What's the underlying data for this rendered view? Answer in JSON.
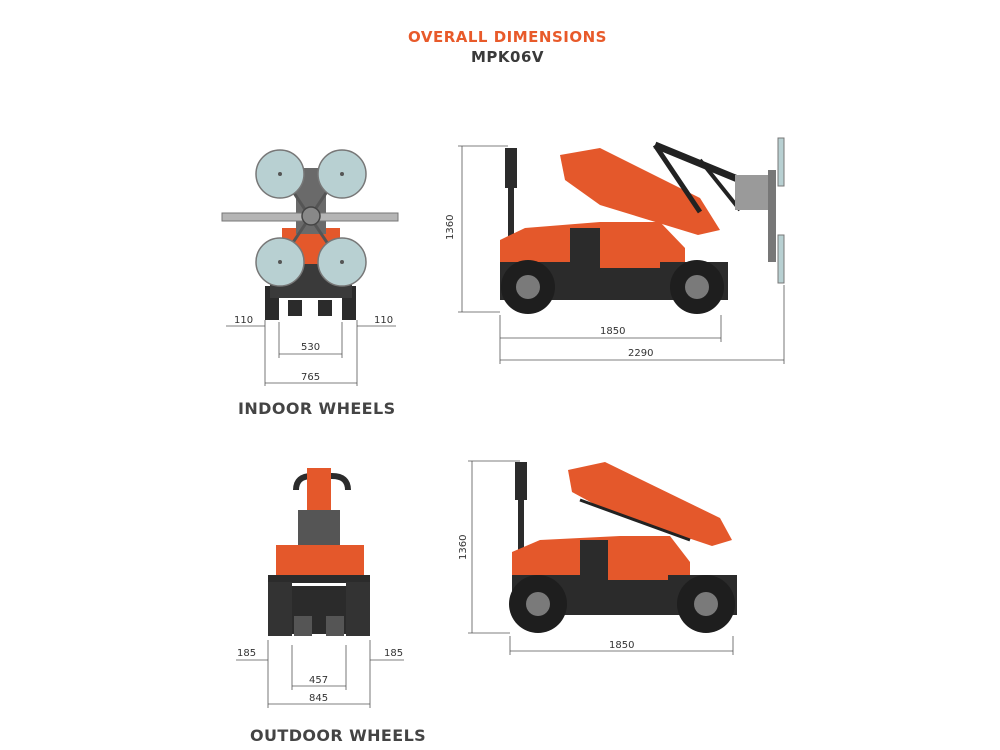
{
  "title": "OVERALL DIMENSIONS",
  "model": "MPK06V",
  "indoor": {
    "caption": "INDOOR WHEELS",
    "front": {
      "left_offset": "110",
      "right_offset": "110",
      "track": "530",
      "width": "765"
    },
    "side": {
      "height": "1360",
      "wheelbase": "1850",
      "length": "2290"
    }
  },
  "outdoor": {
    "caption": "OUTDOOR WHEELS",
    "front": {
      "left_offset": "185",
      "right_offset": "185",
      "track": "457",
      "width": "845"
    },
    "side": {
      "height": "1360",
      "wheelbase": "1850"
    }
  },
  "colors": {
    "accent": "#e85a2a",
    "body": "#e4582b",
    "dark": "#2b2b2b",
    "cup": "#b8d0d2"
  }
}
